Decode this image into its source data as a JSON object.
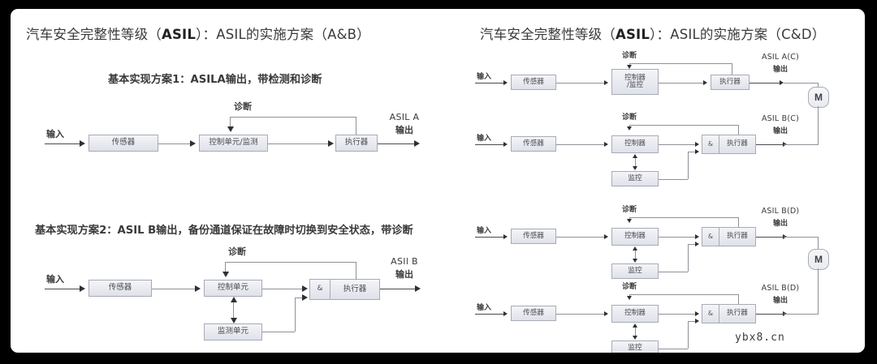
{
  "slide": {
    "left_panel": {
      "title_prefix": "汽车安全完整性等级（",
      "title_bold": "ASIL",
      "title_suffix": "）：ASIL的实施方案（A&B）",
      "diagrams": [
        {
          "subtitle": "基本实现方案1：ASILA输出，带检测和诊断",
          "input_label": "输入",
          "diagnostic_label": "诊断",
          "nodes": [
            "传感器",
            "控制单元/监测",
            "执行器"
          ],
          "output_label_line1": "ASIL A",
          "output_label_line2": "输出"
        },
        {
          "subtitle": "基本实现方案2：ASIL B输出，备份通道保证在故障时切换到安全状态，带诊断",
          "input_label": "输入",
          "diagnostic_label": "诊断",
          "nodes": [
            "传感器",
            "控制单元",
            "监测单元",
            "&",
            "执行器"
          ],
          "output_label_line1": "ASIl B",
          "output_label_line2": "输出"
        }
      ]
    },
    "right_panel": {
      "title_prefix": "汽车安全完整性等级（",
      "title_bold": "ASIL",
      "title_suffix": "）：ASIL的实施方案（C&D）",
      "motor_label": "M",
      "diagrams": [
        {
          "input_label": "输入",
          "diagnostic_label": "诊断",
          "nodes": [
            "传感器",
            "控制器\n/监控",
            "执行器"
          ],
          "controller_line1": "控制器",
          "controller_line2": "/监控",
          "output_label_line1": "ASIL A(C)",
          "output_label_line2": "输出"
        },
        {
          "input_label": "输入",
          "diagnostic_label": "诊断",
          "nodes": [
            "传感器",
            "控制器",
            "监控",
            "&",
            "执行器"
          ],
          "output_label_line1": "ASIL B(C)",
          "output_label_line2": "输出"
        },
        {
          "input_label": "输入",
          "diagnostic_label": "诊断",
          "nodes": [
            "传感器",
            "控制器",
            "监控",
            "&",
            "执行器"
          ],
          "output_label_line1": "ASIL B(D)",
          "output_label_line2": "输出"
        },
        {
          "input_label": "输入",
          "diagnostic_label": "诊断",
          "nodes": [
            "传感器",
            "控制器",
            "监控",
            "&",
            "执行器"
          ],
          "output_label_line1": "ASIL B(D)",
          "output_label_line2": "输出"
        }
      ]
    },
    "watermark": "ybx8.cn"
  },
  "colors": {
    "background": "#000000",
    "panel": "#ffffff",
    "box_fill": "#e9ebf0",
    "box_border": "#a7abb5",
    "line": "#8e9199",
    "text": "#3a3a3a"
  }
}
